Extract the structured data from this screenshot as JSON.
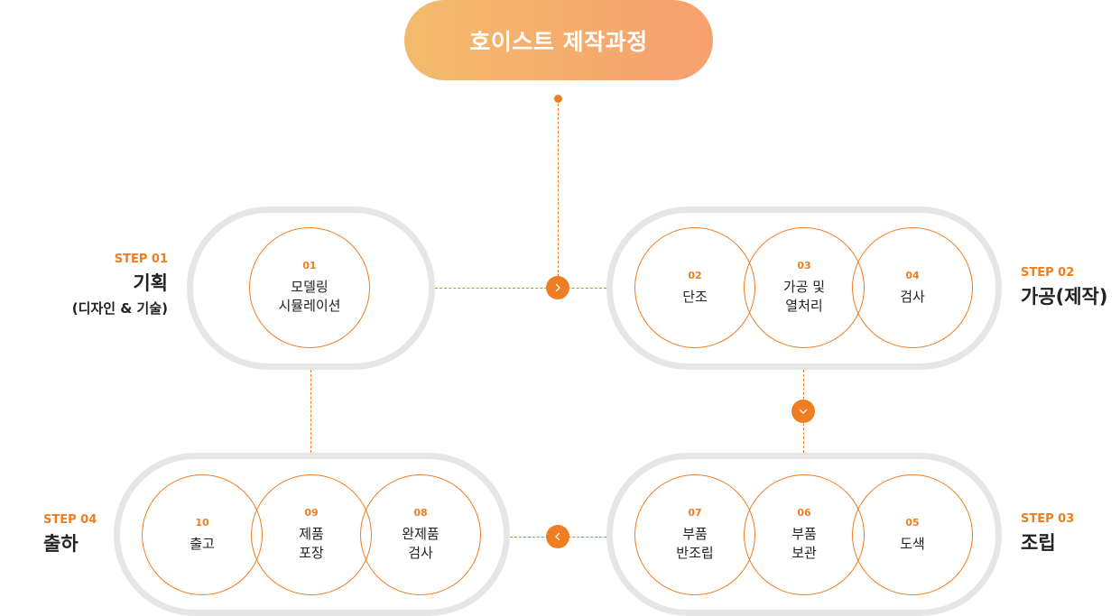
{
  "title": "호이스트 제작과정",
  "steps": [
    {
      "code": "STEP 01",
      "name": "기획",
      "sub": "(디자인 & 기술)"
    },
    {
      "code": "STEP 02",
      "name": "가공(제작)"
    },
    {
      "code": "STEP 03",
      "name": "조립"
    },
    {
      "code": "STEP 04",
      "name": "출하"
    }
  ],
  "processes": [
    {
      "num": "01",
      "label": "모델링\n시뮬레이션"
    },
    {
      "num": "02",
      "label": "단조"
    },
    {
      "num": "03",
      "label": "가공 및\n열처리"
    },
    {
      "num": "04",
      "label": "검사"
    },
    {
      "num": "05",
      "label": "도색"
    },
    {
      "num": "06",
      "label": "부품\n보관"
    },
    {
      "num": "07",
      "label": "부품\n반조립"
    },
    {
      "num": "08",
      "label": "완제품\n검사"
    },
    {
      "num": "09",
      "label": "제품\n포장"
    },
    {
      "num": "10",
      "label": "출고"
    }
  ],
  "colors": {
    "accent": "#ef7d22",
    "track": "#e6e6e6",
    "title_start": "#f3bb6c",
    "title_end": "#f6a06e"
  },
  "icons": [
    "chevron-right-icon",
    "chevron-down-icon",
    "chevron-left-icon"
  ]
}
